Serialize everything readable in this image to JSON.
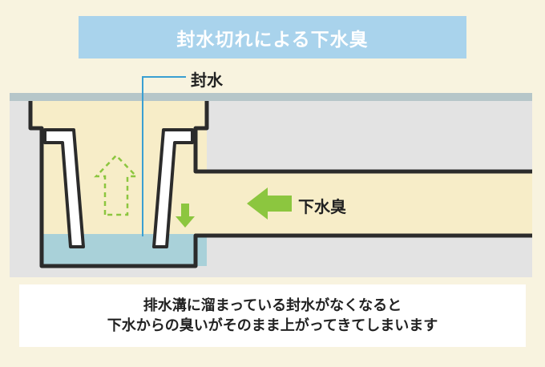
{
  "title": "封水切れによる下水臭",
  "labels": {
    "seal_water": "封水",
    "sewer_odor": "下水臭"
  },
  "caption": {
    "line1": "排水溝に溜まっている封水がなくなると",
    "line2": "下水からの臭いがそのまま上がってきてしまいます"
  },
  "colors": {
    "background": "#f8f3df",
    "banner": "#a9d3ec",
    "pipe_fill": "#f7edc8",
    "wall_gray": "#e3e3e3",
    "outline": "#2b2b2b",
    "water": "#a9d1d9",
    "arrow_green": "#8cc63f",
    "pointer_line": "#3a9fd2",
    "floor_strip": "#b6c6c9"
  },
  "icons": {
    "odor_arrow": "arrow-left-icon",
    "drip_arrow": "arrow-down-icon",
    "rising_arrow": "dashed-arrow-up-icon"
  }
}
